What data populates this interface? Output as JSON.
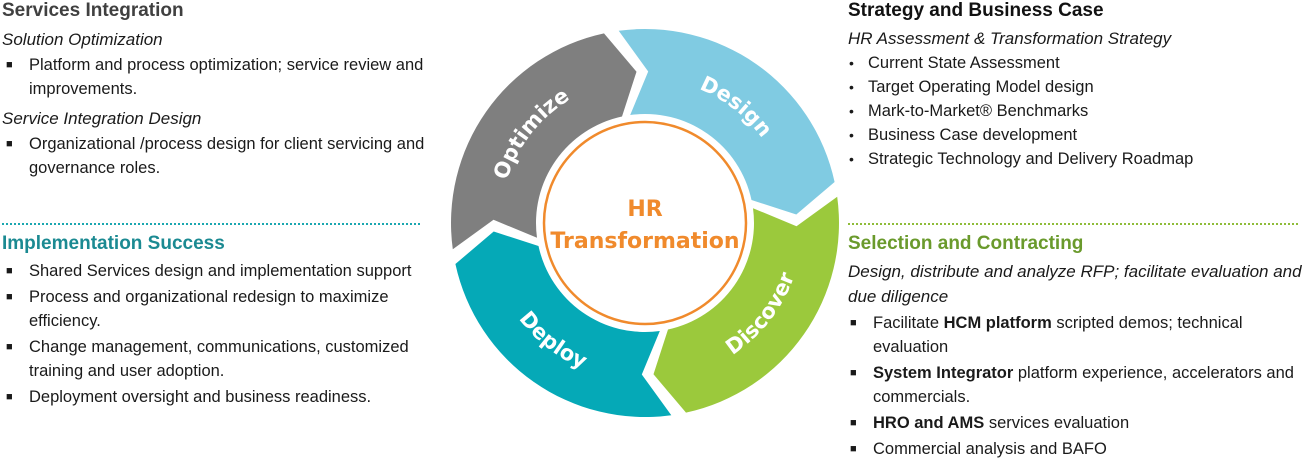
{
  "services_integration": {
    "title": "Services Integration",
    "groups": [
      {
        "subtitle": "Solution Optimization",
        "items": [
          "Platform and process optimization; service review and improvements."
        ]
      },
      {
        "subtitle": "Service Integration Design",
        "items": [
          "Organizational /process design for client servicing and governance roles."
        ]
      }
    ]
  },
  "implementation_success": {
    "title": "Implementation Success",
    "items": [
      "Shared Services design and implementation support",
      "Process and organizational redesign to maximize efficiency.",
      "Change management, communications, customized training and user adoption.",
      "Deployment oversight and business readiness."
    ]
  },
  "strategy_business_case": {
    "title": "Strategy and Business Case",
    "subtitle": "HR Assessment & Transformation Strategy",
    "items": [
      "Current State Assessment",
      "Target Operating Model design",
      "Mark-to-Market® Benchmarks",
      "Business Case development",
      "Strategic Technology and Delivery Roadmap"
    ]
  },
  "selection_contracting": {
    "title": "Selection and Contracting",
    "subtitle": "Design, distribute and analyze RFP; facilitate evaluation and due diligence",
    "items": [
      {
        "bold": "",
        "pre": "Facilitate ",
        "strong": "HCM platform",
        "rest": " scripted demos; technical evaluation"
      },
      {
        "pre": "",
        "strong": "System Integrator",
        "rest": " platform experience, accelerators and commercials."
      },
      {
        "pre": "",
        "strong": "HRO and AMS",
        "rest": " services evaluation"
      },
      {
        "pre": "Commercial analysis and BAFO",
        "strong": "",
        "rest": ""
      }
    ]
  },
  "cycle": {
    "center_line1": "HR",
    "center_line2": "Transformation",
    "segments": [
      {
        "label": "Optimize",
        "color": "#7f7f7f"
      },
      {
        "label": "Design",
        "color": "#80cbe2"
      },
      {
        "label": "Discover",
        "color": "#9bc93c"
      },
      {
        "label": "Deploy",
        "color": "#05a9b7"
      }
    ],
    "center_ring_color": "#f08a2c"
  },
  "bullets": {
    "square": "■",
    "round": "•"
  }
}
